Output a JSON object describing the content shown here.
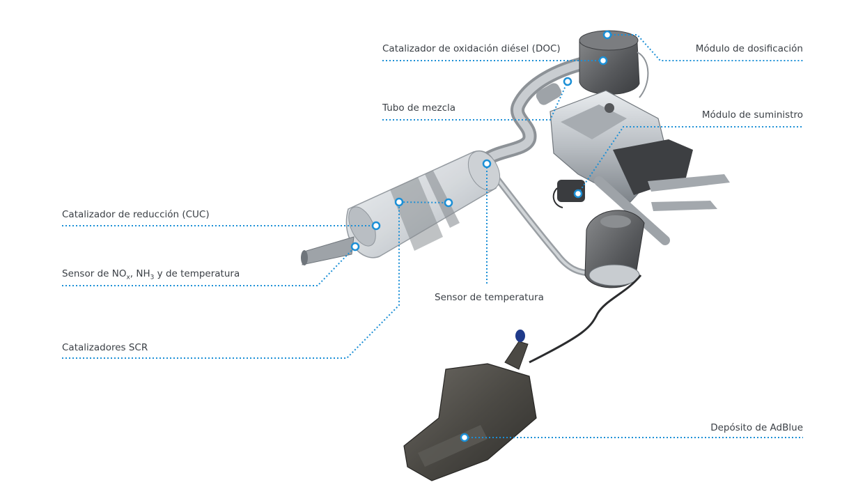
{
  "colors": {
    "leader": "#1b8fd6",
    "label_text": "#3a3f45",
    "component_dark": "#55575a",
    "component_light": "#c8ccd0"
  },
  "labels": {
    "doc": "Catalizador de oxidación diésel (DOC)",
    "dosing_module": "Módulo de dosificación",
    "mixing_pipe": "Tubo de mezcla",
    "supply_module": "Módulo de suministro",
    "cuc": "Catalizador de reducción (CUC)",
    "nox_sensor": {
      "prefix": "Sensor de NO",
      "sub1": "x",
      "mid": ", NH",
      "sub2": "3",
      "suffix": " y de temperatura"
    },
    "temp_sensor": "Sensor de temperatura",
    "scr": "Catalizadores SCR",
    "adblue_tank": "Depósito de AdBlue"
  },
  "icons": {
    "callout_marker": "ring-dot-icon"
  }
}
